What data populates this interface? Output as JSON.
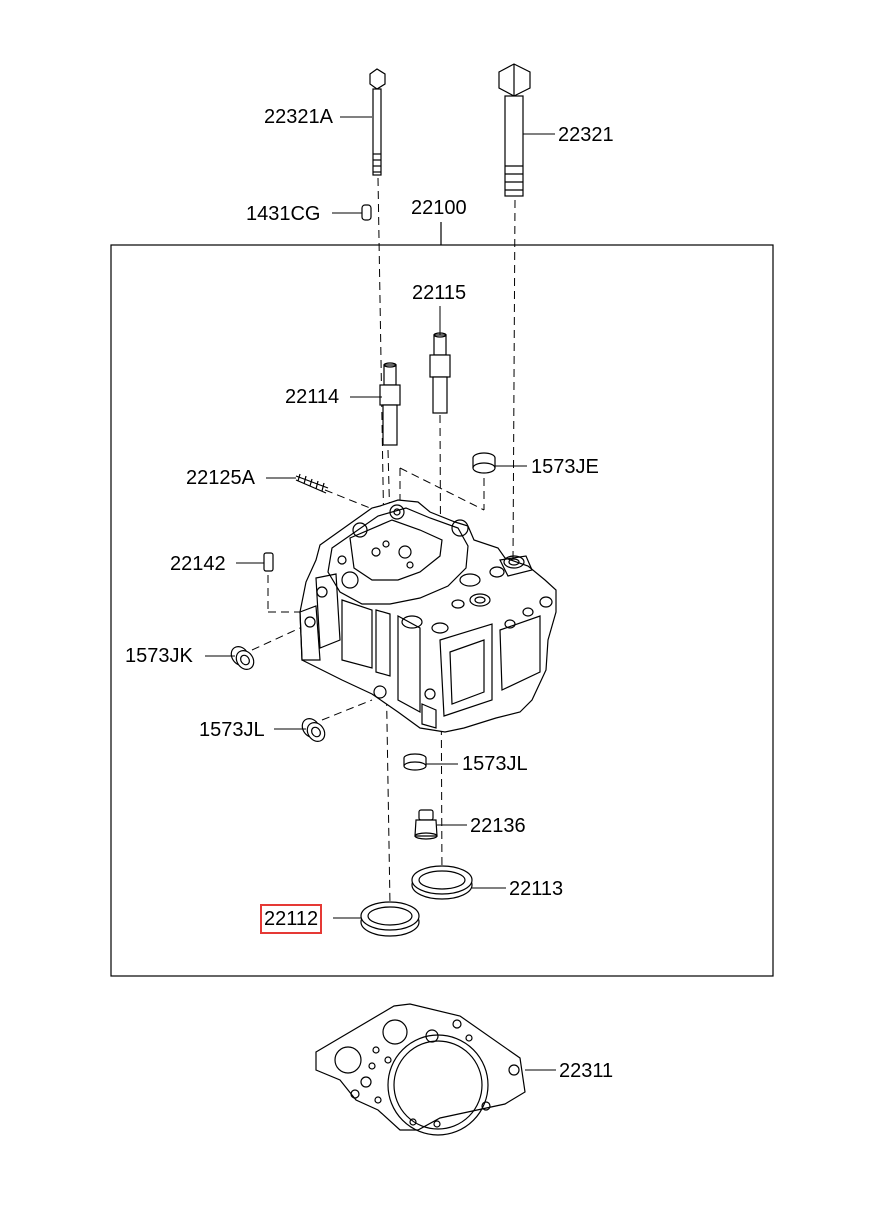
{
  "parts": {
    "p22321A": "22321A",
    "p22321": "22321",
    "p1431CG": "1431CG",
    "p22100": "22100",
    "p22115": "22115",
    "p22114": "22114",
    "p22125A": "22125A",
    "p1573JE": "1573JE",
    "p22142": "22142",
    "p1573JK": "1573JK",
    "p1573JL_left": "1573JL",
    "p1573JL_right": "1573JL",
    "p22136": "22136",
    "p22113": "22113",
    "p22112": "22112",
    "p22311": "22311"
  },
  "highlight": {
    "part": "22112",
    "color": "#e53935"
  },
  "colors": {
    "line": "#000000",
    "background": "#ffffff"
  }
}
